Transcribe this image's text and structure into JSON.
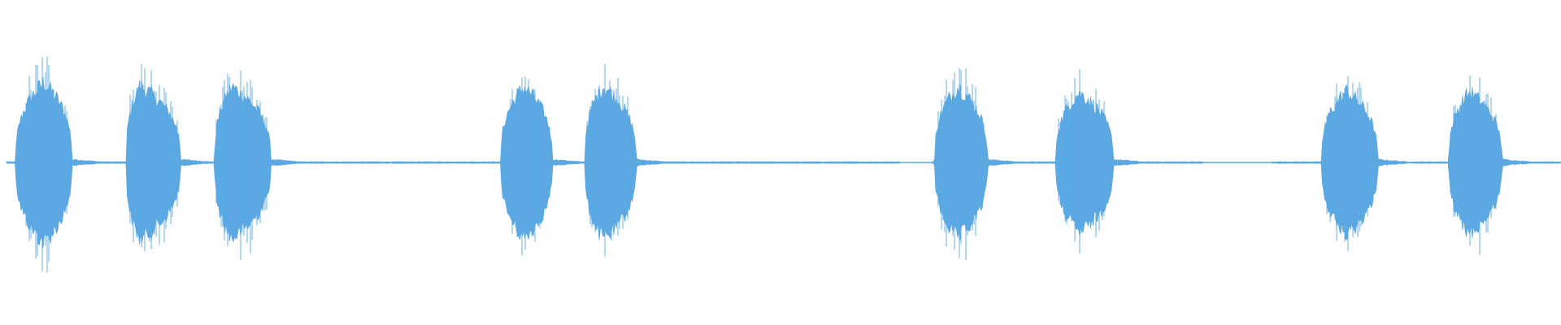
{
  "waveform": {
    "color": "#5ba8e2",
    "background": "#ffffff",
    "amplitude_range": [
      -1,
      1
    ],
    "duration_fraction_range": [
      0,
      1
    ],
    "bursts": [
      {
        "center": 0.024,
        "start": 0.006,
        "end": 0.042,
        "peak": 0.96
      },
      {
        "center": 0.086,
        "start": 0.077,
        "end": 0.112,
        "peak": 0.92
      },
      {
        "center": 0.145,
        "start": 0.134,
        "end": 0.17,
        "peak": 0.91
      },
      {
        "center": 0.333,
        "start": 0.318,
        "end": 0.351,
        "peak": 0.91
      },
      {
        "center": 0.384,
        "start": 0.372,
        "end": 0.405,
        "peak": 0.92
      },
      {
        "center": 0.612,
        "start": 0.597,
        "end": 0.631,
        "peak": 0.91
      },
      {
        "center": 0.69,
        "start": 0.675,
        "end": 0.712,
        "peak": 0.84
      },
      {
        "center": 0.862,
        "start": 0.846,
        "end": 0.882,
        "peak": 0.86
      },
      {
        "center": 0.941,
        "start": 0.928,
        "end": 0.962,
        "peak": 0.85
      }
    ],
    "noise_floor": 0.02,
    "silent_gaps": [
      [
        0.575,
        0.595
      ],
      [
        0.77,
        0.814
      ]
    ]
  }
}
